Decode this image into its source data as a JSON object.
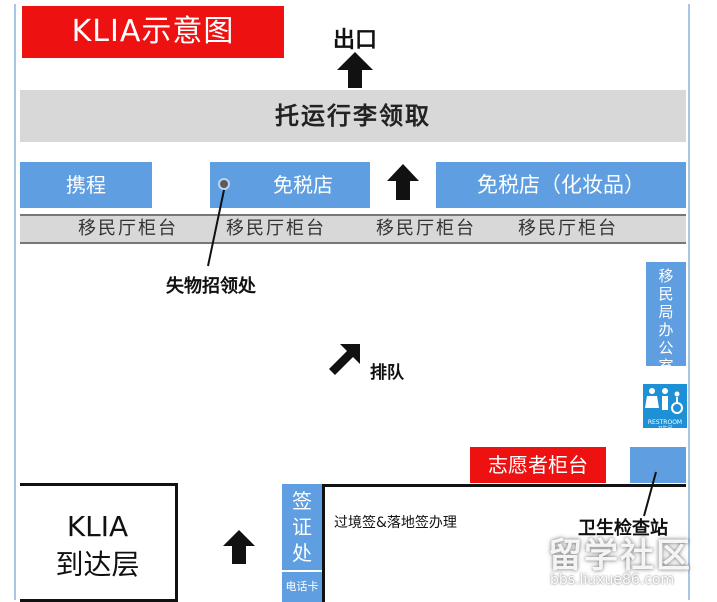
{
  "title": "KLIA示意图",
  "exit": "出口",
  "baggage_claim": "托运行李领取",
  "shops": {
    "ctrip": "携程",
    "duty_free": "免税店",
    "duty_free_cosmetics": "免税店（化妆品）"
  },
  "immigration_counters": [
    "移民厅柜台",
    "移民厅柜台",
    "移民厅柜台",
    "移民厅柜台"
  ],
  "lost_and_found": "失物招领处",
  "immigration_office": "移民局办公室",
  "queue": "排队",
  "restroom": {
    "label": "RESTROOM",
    "sub": "卫生间"
  },
  "volunteer_counter": "志愿者柜台",
  "health_station": "卫生检查站",
  "arrival_level": {
    "line1": "KLIA",
    "line2": "到达层"
  },
  "visa_office": "签证处",
  "phone_card": "电话卡",
  "transit_visa": "过境签&落地签办理",
  "watermark": {
    "text": "留学社区",
    "url": "bbs.liuxue86.com"
  },
  "colors": {
    "red": "#ee1111",
    "blue": "#5f9ee0",
    "gray": "#d8d8d8"
  }
}
